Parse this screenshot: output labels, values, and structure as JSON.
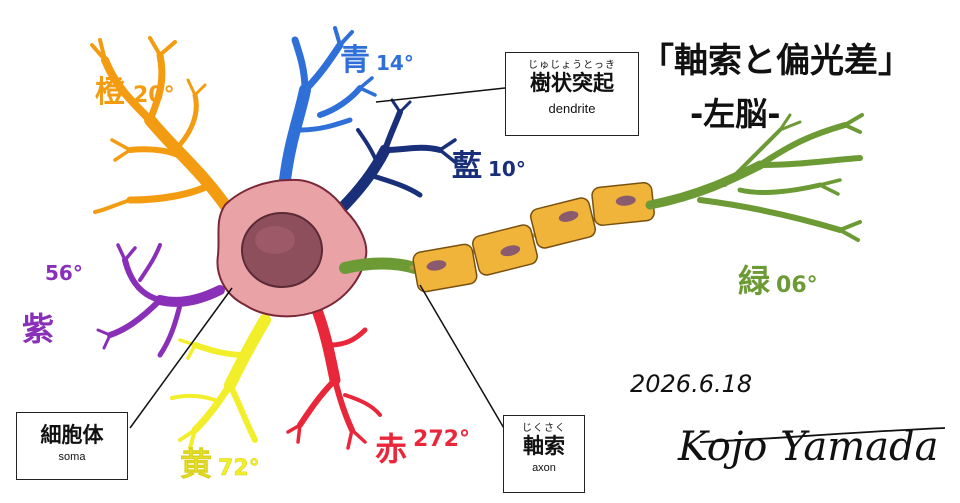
{
  "title": {
    "main": "「軸索と偏光差」",
    "sub": "-左脳-"
  },
  "labels": {
    "dendrite": {
      "ruby": "じゅじょうとっき",
      "jp": "樹状突起",
      "en": "dendrite"
    },
    "soma": {
      "jp": "細胞体",
      "en": "soma"
    },
    "axon": {
      "ruby": "じくさく",
      "jp": "軸索",
      "en": "axon"
    }
  },
  "branches": [
    {
      "name": "橙",
      "angle": "20°",
      "color": "#f39c12"
    },
    {
      "name": "青",
      "angle": "14°",
      "color": "#2e6fd8"
    },
    {
      "name": "藍",
      "angle": "10°",
      "color": "#1a2f7a"
    },
    {
      "name": "紫",
      "angle": "56°",
      "color": "#8a2fb8"
    },
    {
      "name": "黄",
      "angle": "72°",
      "color": "#f2ee2a"
    },
    {
      "name": "赤",
      "angle": "272°",
      "color": "#e8283a"
    },
    {
      "name": "緑",
      "angle": "06°",
      "color": "#6c9a35"
    }
  ],
  "date": "2026.6.18",
  "signature": "Kojo Yamada",
  "colors": {
    "soma_fill": "#e9a2a6",
    "nucleus_fill": "#8d4f5c",
    "myelin_fill": "#f0b43a",
    "myelin_nucleus": "#8a5a6e",
    "outline": "#7a2838"
  }
}
